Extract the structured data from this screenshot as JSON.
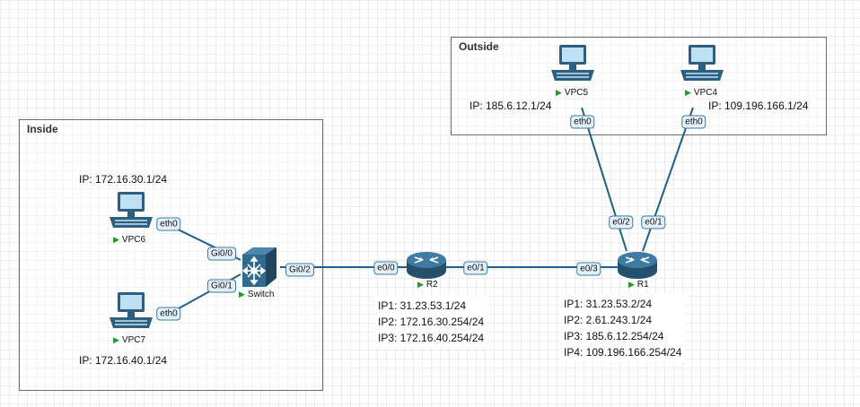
{
  "zones": {
    "inside": "Inside",
    "outside": "Outside"
  },
  "devices": {
    "vpc6": {
      "name": "VPC6",
      "ip": "IP: 172.16.30.1/24",
      "port": "eth0"
    },
    "vpc7": {
      "name": "VPC7",
      "ip": "IP: 172.16.40.1/24",
      "port": "eth0"
    },
    "vpc5": {
      "name": "VPC5",
      "ip": "IP: 185.6.12.1/24",
      "port": "eth0"
    },
    "vpc4": {
      "name": "VPC4",
      "ip": "IP: 109.196.166.1/24",
      "port": "eth0"
    },
    "switch": {
      "name": "Switch",
      "ports": {
        "gi00": "Gi0/0",
        "gi01": "Gi0/1",
        "gi02": "Gi0/2"
      }
    },
    "r2": {
      "name": "R2",
      "ports": {
        "e00": "e0/0",
        "e01": "e0/1"
      },
      "ips": [
        "IP1: 31.23.53.1/24",
        "IP2: 172.16.30.254/24",
        "IP3: 172.16.40.254/24"
      ]
    },
    "r1": {
      "name": "R1",
      "ports": {
        "e03": "e0/3",
        "e02": "e0/2",
        "e01": "e0/1"
      },
      "ips": [
        "IP1: 31.23.53.2/24",
        "IP2: 2.61.243.1/24",
        "IP3: 185.6.12.254/24",
        "IP4: 109.196.166.254/24"
      ]
    }
  },
  "colors": {
    "link": "#1f5f8b",
    "device_fill": "#2f5f7f",
    "port_border": "#3b7aa8",
    "status_running": "#1f9a2b"
  },
  "icons": {
    "pc": "desktop-computer-icon",
    "switch": "multilayer-switch-icon",
    "router": "router-icon",
    "status": "play-triangle-icon"
  }
}
